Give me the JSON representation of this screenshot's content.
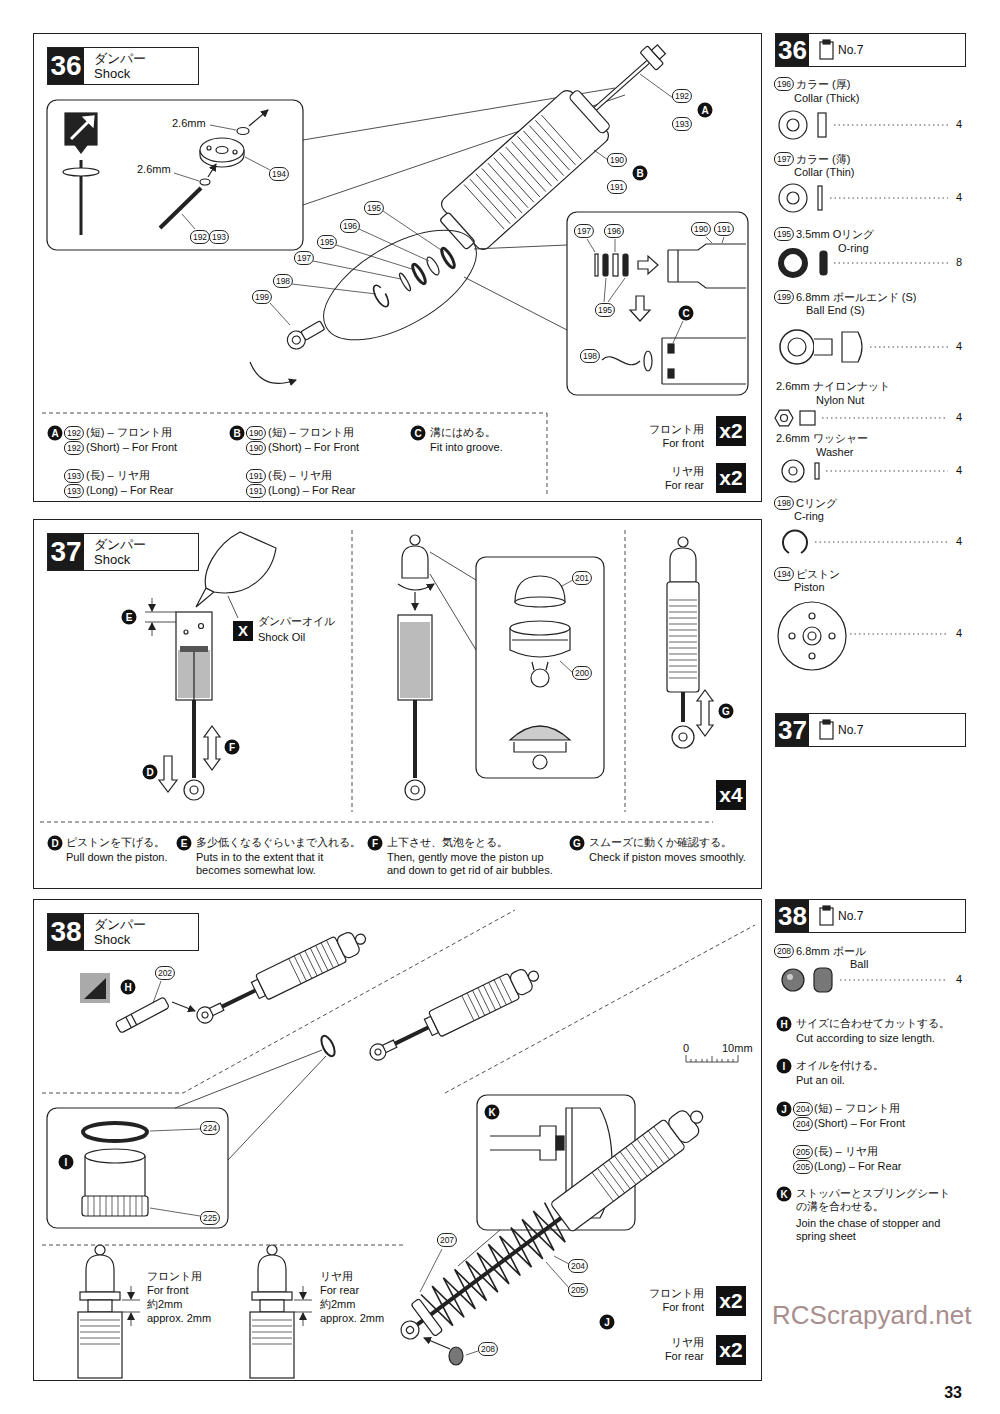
{
  "diagram": {
    "nodes": [
      {
        "text": [
          "36",
          "ダンパー Shock"
        ]
      },
      {
        "text": [
          "37",
          "ダンパー Shock"
        ]
      },
      {
        "text": [
          "38",
          "ダンパー Shock"
        ]
      },
      {
        "text": [
          "36",
          "No.7"
        ]
      },
      {
        "text": [
          "37",
          "No.7"
        ]
      },
      {
        "text": [
          "38",
          "No.7"
        ]
      }
    ],
    "labels": [
      "2.6mm",
      "2.6mm",
      "194",
      "192",
      "193",
      "192",
      "193",
      "A",
      "190",
      "191",
      "B",
      "195",
      "196",
      "195",
      "197",
      "198",
      "199",
      "197",
      "196",
      "195",
      "190",
      "191",
      "C",
      "198",
      "A",
      "192",
      "(短) – フロント用",
      "192",
      "(Short) – For Front",
      "193",
      "(長) – リヤ用",
      "193",
      "(Long) – For Rear",
      "B",
      "190",
      "(短) – フロント用",
      "190",
      "(Short) – For Front",
      "191",
      "(長) – リヤ用",
      "191",
      "(Long) – For Rear",
      "C",
      "溝にはめる。",
      "Fit into groove.",
      "フロント用",
      "For front",
      "x2",
      "リヤ用",
      "For rear",
      "x2",
      "E",
      "X",
      "ダンパーオイル",
      "Shock Oil",
      "F",
      "D",
      "201",
      "200",
      "G",
      "x4",
      "D",
      "ピストンを下げる。",
      "Pull down the piston.",
      "E",
      "多少低くなるぐらいまで入れる。",
      "Puts in to the extent that it becomes somewhat low.",
      "F",
      "上下させ、気泡をとる。",
      "Then, gently move the piston up and down to get rid of air bubbles.",
      "G",
      "スムーズに動くか確認する。",
      "Check if piston moves smoothly.",
      "H",
      "202",
      "0",
      "10mm",
      "224",
      "I",
      "225",
      "K",
      "207",
      "204",
      "205",
      "208",
      "J",
      "フロント用",
      "For front",
      "約2mm",
      "approx. 2mm",
      "リヤ用",
      "For rear",
      "約2mm",
      "approx. 2mm",
      "フロント用",
      "For front",
      "x2",
      "リヤ用",
      "For rear",
      "x2",
      "196",
      "カラー (厚)",
      "Collar (Thick)",
      "4",
      "197",
      "カラー (薄)",
      "Collar (Thin)",
      "4",
      "195",
      "3.5mm Oリング",
      "O-ring",
      "8",
      "199",
      "6.8mm ボールエンド (S)",
      "Ball End (S)",
      "4",
      "2.6mm ナイロンナット",
      "Nylon Nut",
      "4",
      "2.6mm ワッシャー",
      "Washer",
      "4",
      "198",
      "Cリング",
      "C-ring",
      "4",
      "194",
      "ピストン",
      "Piston",
      "4",
      "208",
      "6.8mm ボール",
      "Ball",
      "4",
      "H",
      "サイズに合わせてカットする。",
      "Cut according to size length.",
      "I",
      "オイルを付ける。",
      "Put an oil.",
      "J",
      "204",
      "(短) – フロント用",
      "204",
      "(Short) – For Front",
      "205",
      "(長) – リヤ用",
      "205",
      "(Long) – For Rear",
      "K",
      "ストッパーとスプリングシート の溝を合わせる。",
      "Join the chase of stopper and spring sheet",
      "RCScrapyard.net",
      "33"
    ]
  }
}
